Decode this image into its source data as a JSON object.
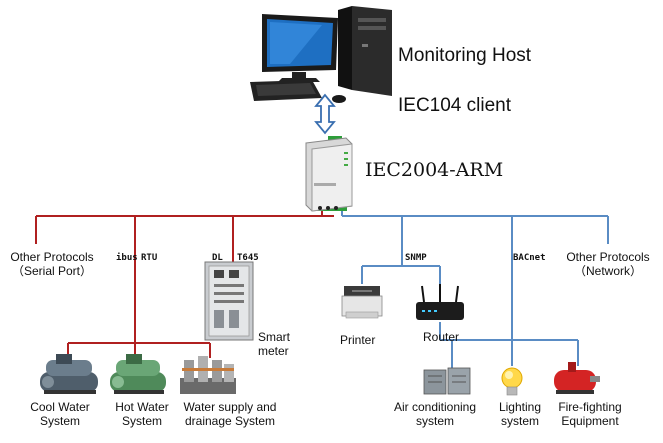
{
  "host": {
    "title": "Monitoring Host",
    "subtitle": "IEC104 client"
  },
  "gateway": {
    "name": "IEC2004-ARM"
  },
  "serial_side": {
    "other_protocols": {
      "line1": "Other Protocols",
      "line2": "（Serial Port）"
    },
    "modbus_label": "ibus",
    "rtu_label": "RTU",
    "dl_label": "DL",
    "t645_label": "T645",
    "smart_meter": {
      "line1": "Smart",
      "line2": "meter"
    },
    "devices": [
      {
        "line1": "Cool Water",
        "line2": "System"
      },
      {
        "line1": "Hot Water",
        "line2": "System"
      },
      {
        "line1": "Water supply and",
        "line2": "drainage System"
      }
    ]
  },
  "network_side": {
    "snmp_label": "SNMP",
    "bacnet_label": "BACnet",
    "other_protocols": {
      "line1": "Other Protocols",
      "line2": "（Network）"
    },
    "printer": "Printer",
    "router": "Router",
    "devices": [
      {
        "line1": "Air conditioning",
        "line2": "system"
      },
      {
        "line1": "Lighting",
        "line2": "system"
      },
      {
        "line1": "Fire-fighting",
        "line2": "Equipment"
      }
    ]
  },
  "colors": {
    "serial_line": "#b02020",
    "network_line": "#5a8cc4",
    "arrow_fill": "#ffffff",
    "arrow_stroke": "#3a6fb0"
  }
}
